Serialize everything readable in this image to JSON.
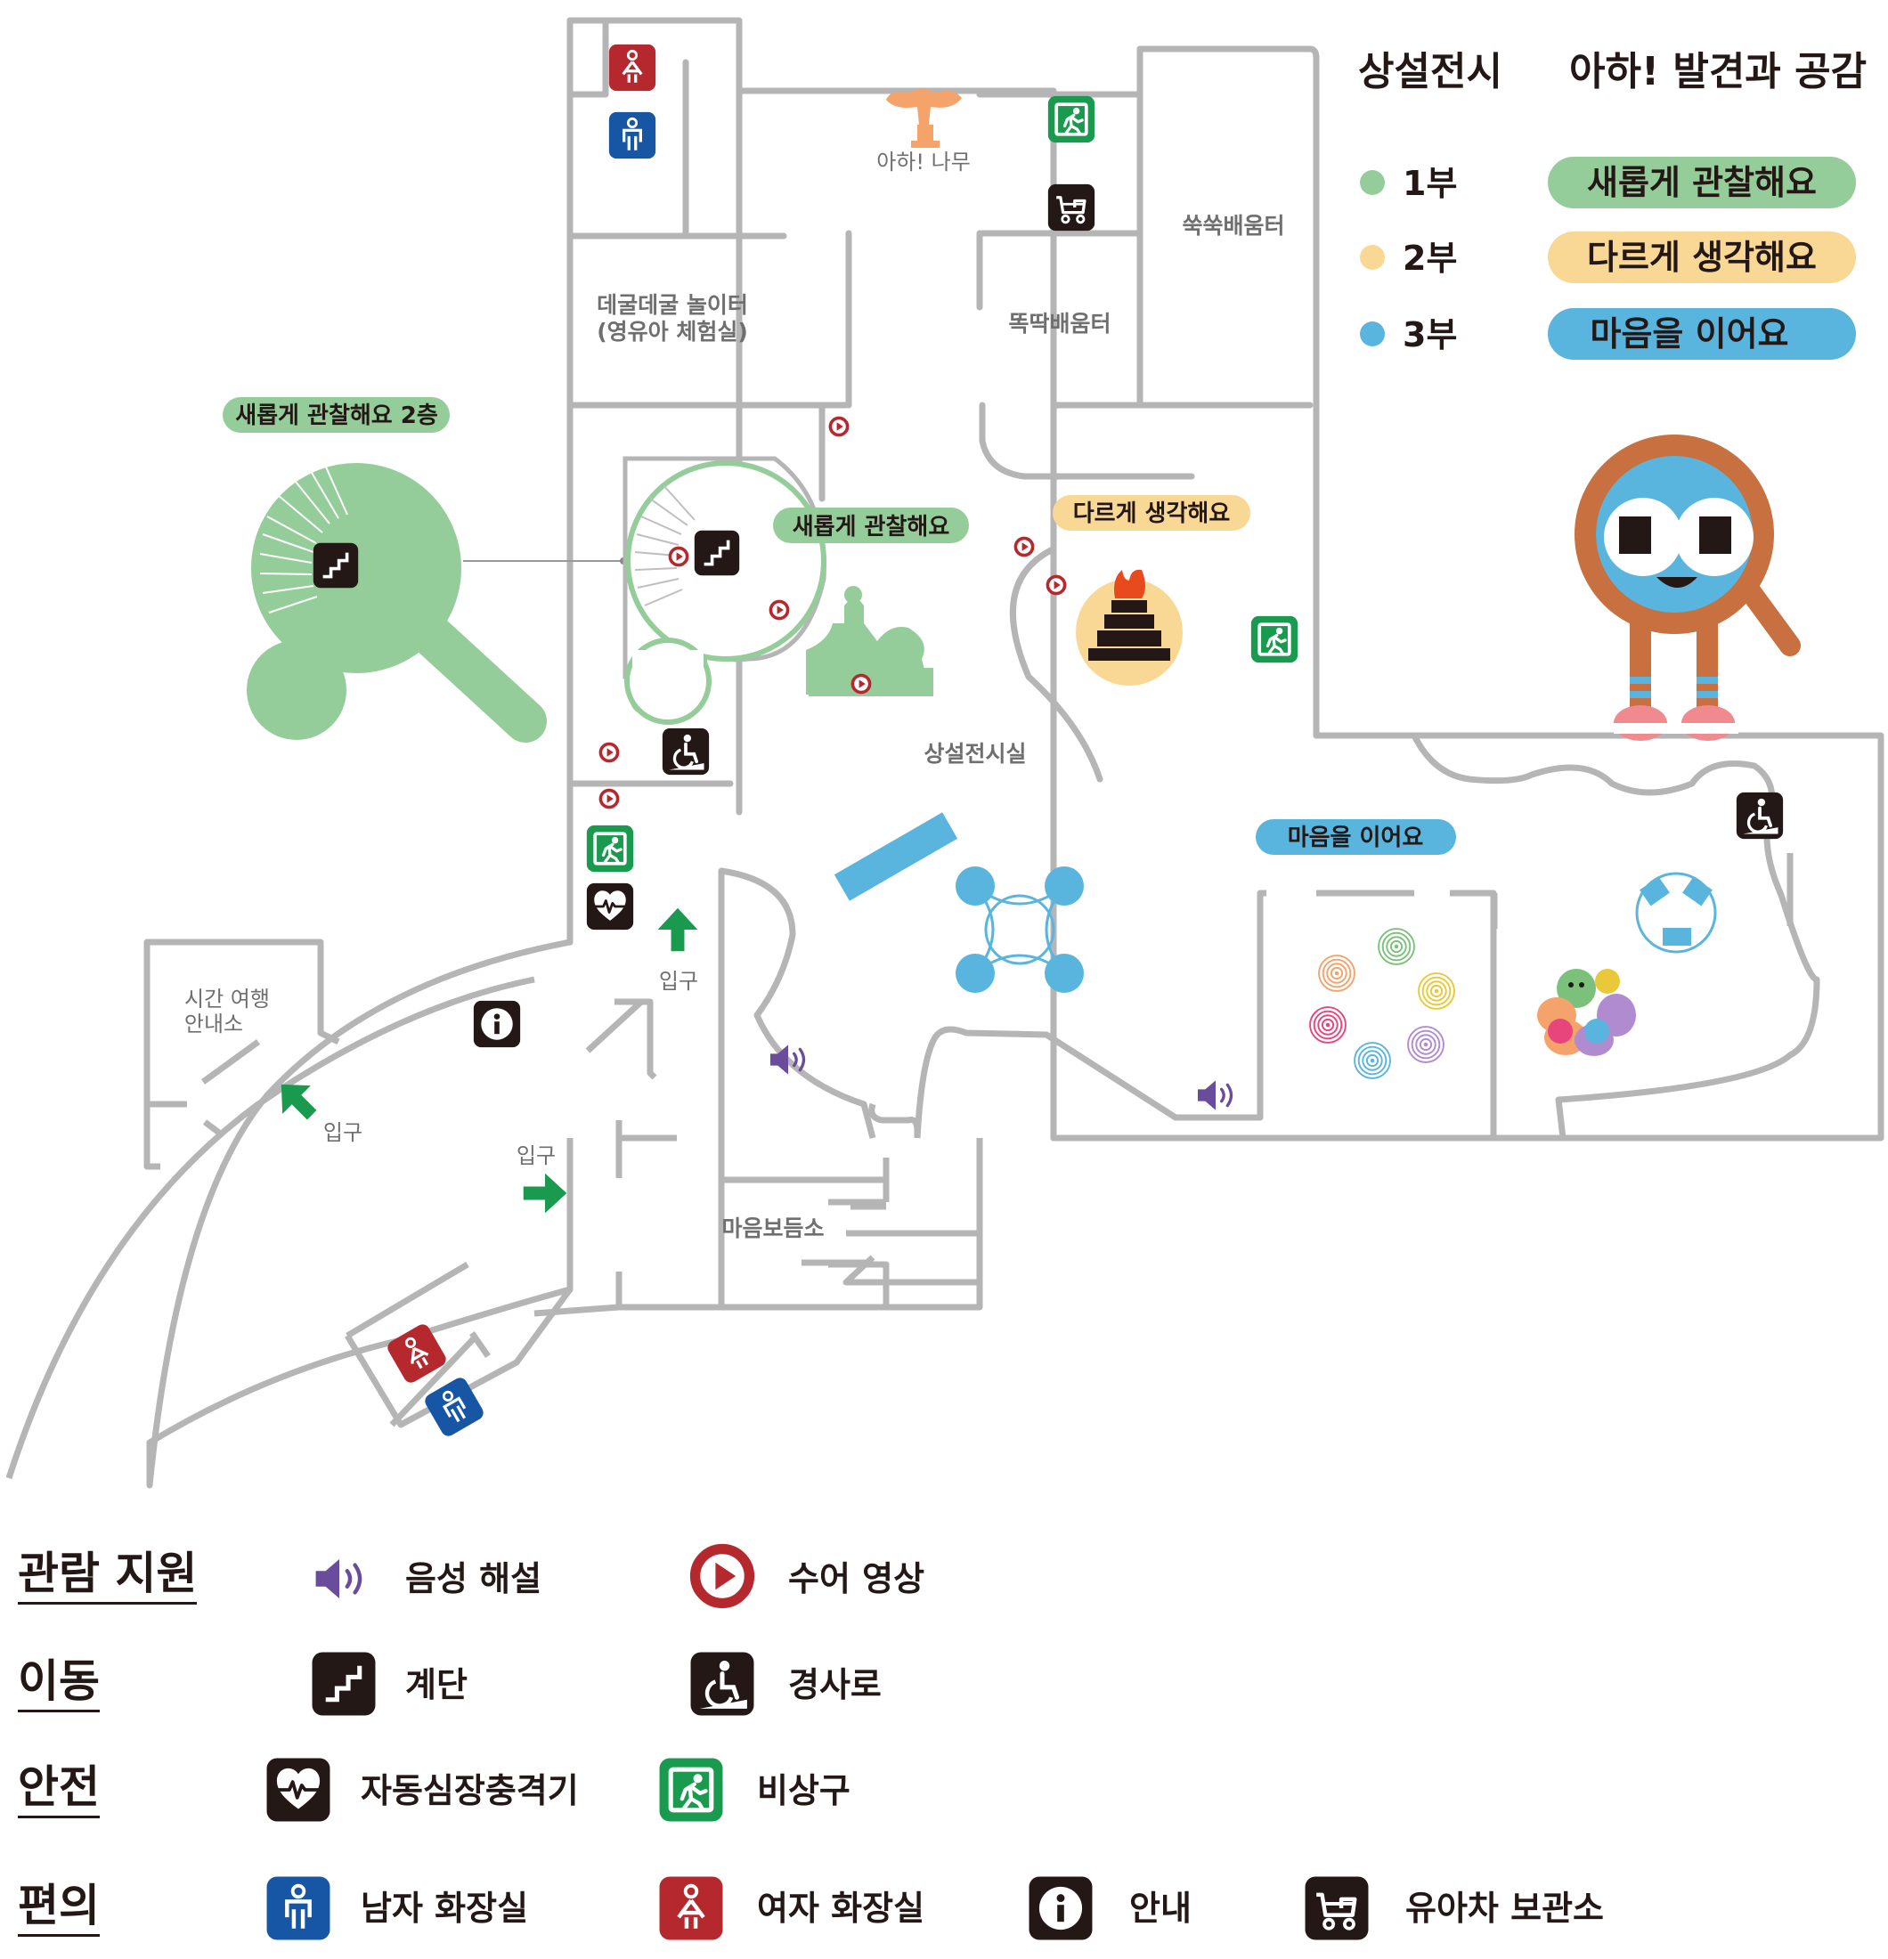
{
  "header": {
    "title": "상설전시",
    "subtitle": "아하! 발견과 공감"
  },
  "parts": [
    {
      "label": "1부",
      "zone": "새롭게 관찰해요",
      "color": "#95cd9a"
    },
    {
      "label": "2부",
      "zone": "다르게 생각해요",
      "color": "#f9d896"
    },
    {
      "label": "3부",
      "zone": "마음을 이어요",
      "color": "#5ab5de"
    }
  ],
  "rooms": {
    "aha_tree": "아하! 나무",
    "degul_line1": "데굴데굴 놀이터",
    "degul_line2": "(영유아 체험실)",
    "ssukssuk": "쑥쑥배움터",
    "ttokttak": "똑딱배움터",
    "main_hall": "상설전시실",
    "time_travel_line1": "시간 여행",
    "time_travel_line2": "안내소",
    "maeum_care": "마음보듬소"
  },
  "zone_tags": {
    "observe_2f": "새롭게 관찰해요  2층",
    "observe": "새롭게 관찰해요",
    "think": "다르게 생각해요",
    "connect": "마음을 이어요"
  },
  "entrances": [
    "입구",
    "입구",
    "입구"
  ],
  "legend": {
    "categories": [
      {
        "name": "관람 지원",
        "items": [
          {
            "icon": "speaker-icon",
            "label": "음성 해설"
          },
          {
            "icon": "sign-language-play-icon",
            "label": "수어 영상"
          }
        ]
      },
      {
        "name": "이동",
        "items": [
          {
            "icon": "stairs-icon",
            "label": "계단"
          },
          {
            "icon": "ramp-icon",
            "label": "경사로"
          }
        ]
      },
      {
        "name": "안전",
        "items": [
          {
            "icon": "aed-icon",
            "label": "자동심장충격기"
          },
          {
            "icon": "emergency-exit-icon",
            "label": "비상구"
          }
        ]
      },
      {
        "name": "편의",
        "items": [
          {
            "icon": "men-restroom-icon",
            "label": "남자 화장실"
          },
          {
            "icon": "women-restroom-icon",
            "label": "여자 화장실"
          },
          {
            "icon": "information-icon",
            "label": "안내"
          },
          {
            "icon": "stroller-storage-icon",
            "label": "유아차 보관소"
          }
        ]
      }
    ]
  },
  "colors": {
    "wall": "#b5b5b6",
    "green": "#95cd9a",
    "yellow": "#f9d896",
    "blue": "#5ab5de",
    "exit_green": "#1a9a4e",
    "sign_red": "#b5292e",
    "restroom_blue": "#1755a5",
    "audio_purple": "#6a4c9c",
    "mascot_orange": "#c8703f",
    "mascot_pink": "#f08a8e"
  }
}
